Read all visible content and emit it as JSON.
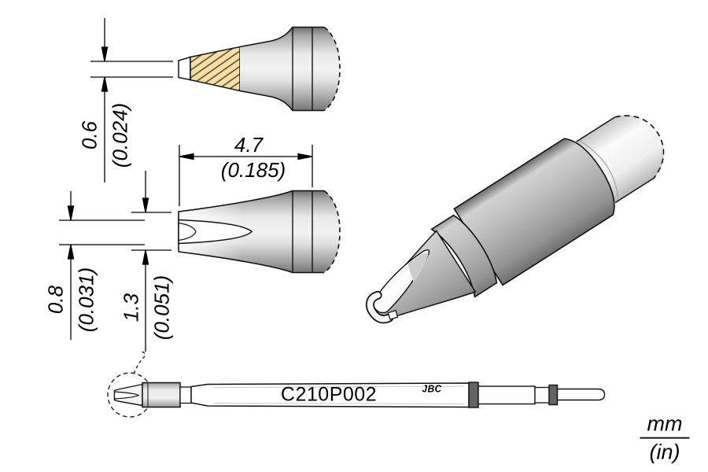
{
  "drawing": {
    "part_number": "C210P002",
    "brand": "JBC",
    "units": {
      "mm": "mm",
      "in": "(in)"
    },
    "dims": {
      "tip_edge_thickness": {
        "mm": "0.6",
        "in": "(0.024)"
      },
      "tip_length": {
        "mm": "4.7",
        "in": "(0.185)"
      },
      "groove_width": {
        "mm": "0.8",
        "in": "(0.031)"
      },
      "tip_width": {
        "mm": "1.3",
        "in": "(0.051)"
      }
    },
    "colors": {
      "hatch_fill": "#F8DFA1",
      "hatch_line": "#3F3A33",
      "body_gray": "#B5B5B5",
      "band_gray": "#636363",
      "outline": "#111111"
    }
  }
}
